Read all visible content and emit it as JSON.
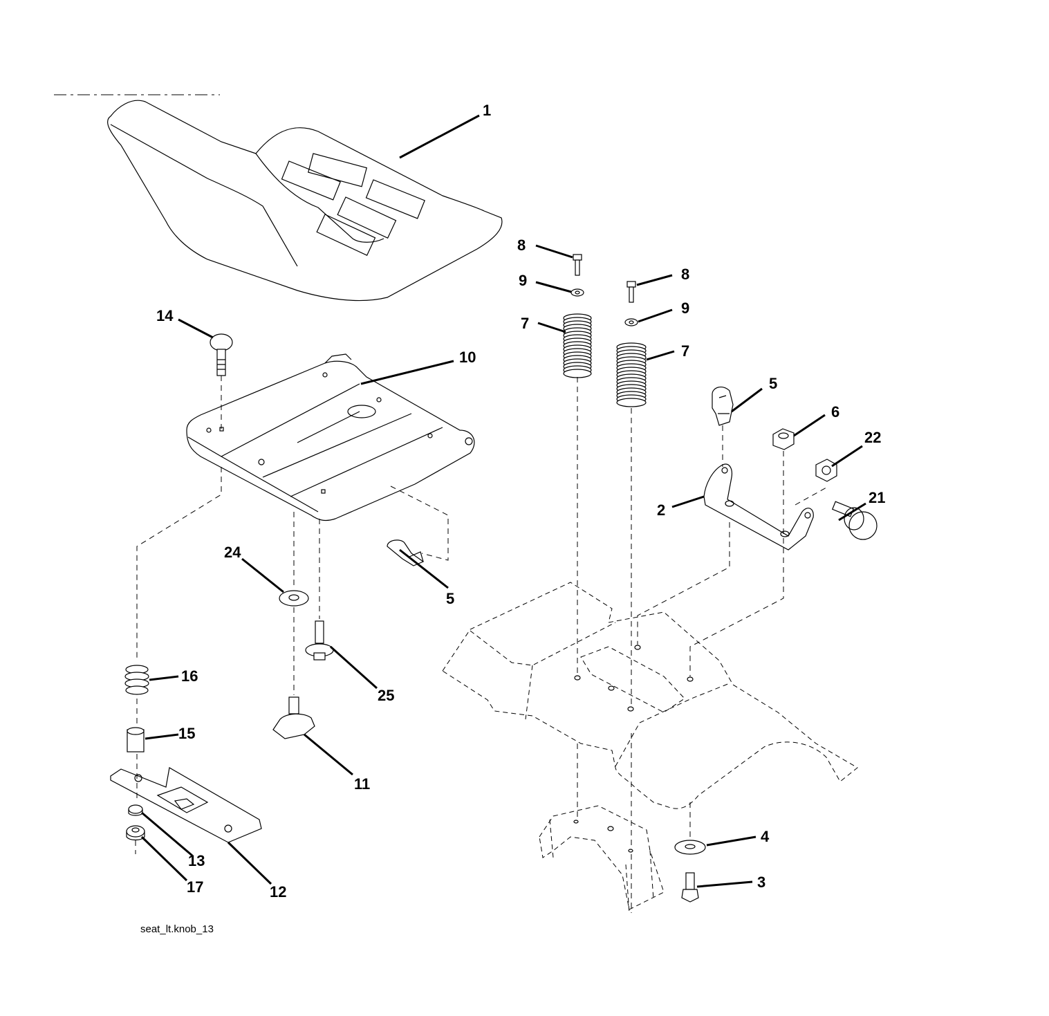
{
  "caption": "seat_lt.knob_13",
  "callouts": [
    {
      "id": "c1",
      "label": "1"
    },
    {
      "id": "c2",
      "label": "2"
    },
    {
      "id": "c3",
      "label": "3"
    },
    {
      "id": "c4",
      "label": "4"
    },
    {
      "id": "c5a",
      "label": "5"
    },
    {
      "id": "c5b",
      "label": "5"
    },
    {
      "id": "c6",
      "label": "6"
    },
    {
      "id": "c7a",
      "label": "7"
    },
    {
      "id": "c7b",
      "label": "7"
    },
    {
      "id": "c8a",
      "label": "8"
    },
    {
      "id": "c8b",
      "label": "8"
    },
    {
      "id": "c9a",
      "label": "9"
    },
    {
      "id": "c9b",
      "label": "9"
    },
    {
      "id": "c10",
      "label": "10"
    },
    {
      "id": "c11",
      "label": "11"
    },
    {
      "id": "c12",
      "label": "12"
    },
    {
      "id": "c13",
      "label": "13"
    },
    {
      "id": "c14",
      "label": "14"
    },
    {
      "id": "c15",
      "label": "15"
    },
    {
      "id": "c16",
      "label": "16"
    },
    {
      "id": "c17",
      "label": "17"
    },
    {
      "id": "c21",
      "label": "21"
    },
    {
      "id": "c22",
      "label": "22"
    },
    {
      "id": "c24",
      "label": "24"
    },
    {
      "id": "c25",
      "label": "25"
    }
  ]
}
